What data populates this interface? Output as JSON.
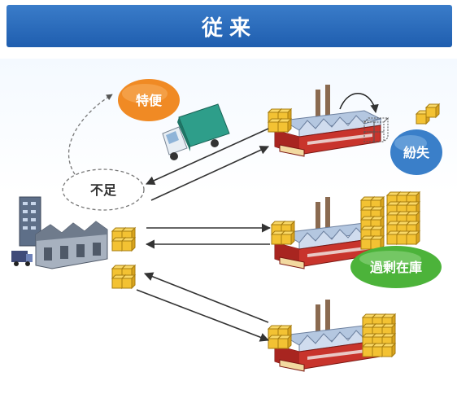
{
  "header": {
    "title": "従来"
  },
  "labels": {
    "express": "特便",
    "shortage": "不足",
    "lost": "紛失",
    "overstock": "過剰在庫"
  },
  "colors": {
    "banner": "#2a6bbd",
    "express_bubble": "#f08a24",
    "lost_bubble": "#3a7fc9",
    "overstock_bubble": "#4cb33a",
    "factory_red": "#c8342c",
    "box_yellow": "#f3c233"
  },
  "icons": [
    "warehouse-icon",
    "delivery-truck-icon",
    "factory-icon",
    "cardboard-box-icon"
  ]
}
